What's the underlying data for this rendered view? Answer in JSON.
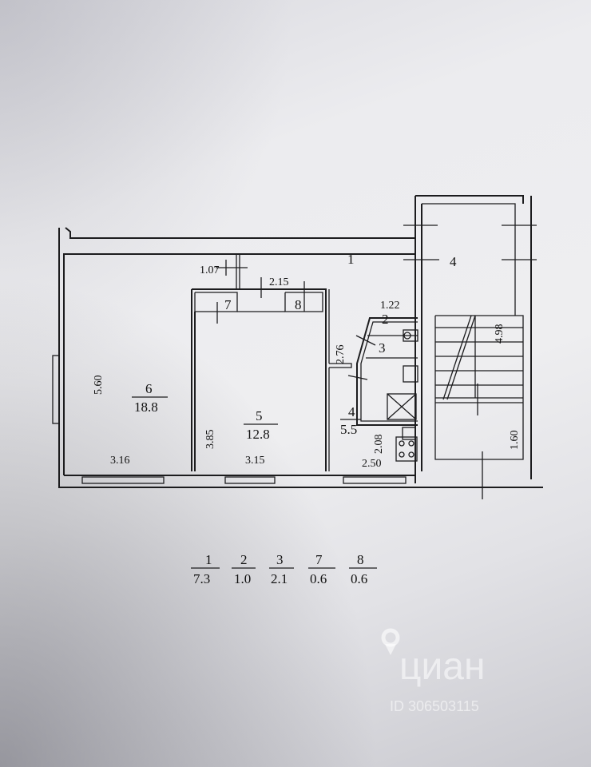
{
  "plan": {
    "rooms": [
      {
        "number": "1"
      },
      {
        "number": "2"
      },
      {
        "number": "3"
      },
      {
        "number": "4",
        "area": "5.5"
      },
      {
        "number": "5",
        "area": "12.8"
      },
      {
        "number": "6",
        "area": "18.8"
      },
      {
        "number": "7"
      },
      {
        "number": "8"
      },
      {
        "number": "4"
      }
    ],
    "dimensions": [
      "5.60",
      "3.16",
      "3.15",
      "2.50",
      "3.85",
      "1.07",
      "2.15",
      "1.22",
      "2.76",
      "2.08",
      "4.98",
      "1.60"
    ]
  },
  "legend": [
    {
      "number": "1",
      "area": "7.3"
    },
    {
      "number": "2",
      "area": "1.0"
    },
    {
      "number": "3",
      "area": "2.1"
    },
    {
      "number": "7",
      "area": "0.6"
    },
    {
      "number": "8",
      "area": "0.6"
    }
  ],
  "watermark": {
    "brand": "циан",
    "id": "ID 306503115"
  }
}
